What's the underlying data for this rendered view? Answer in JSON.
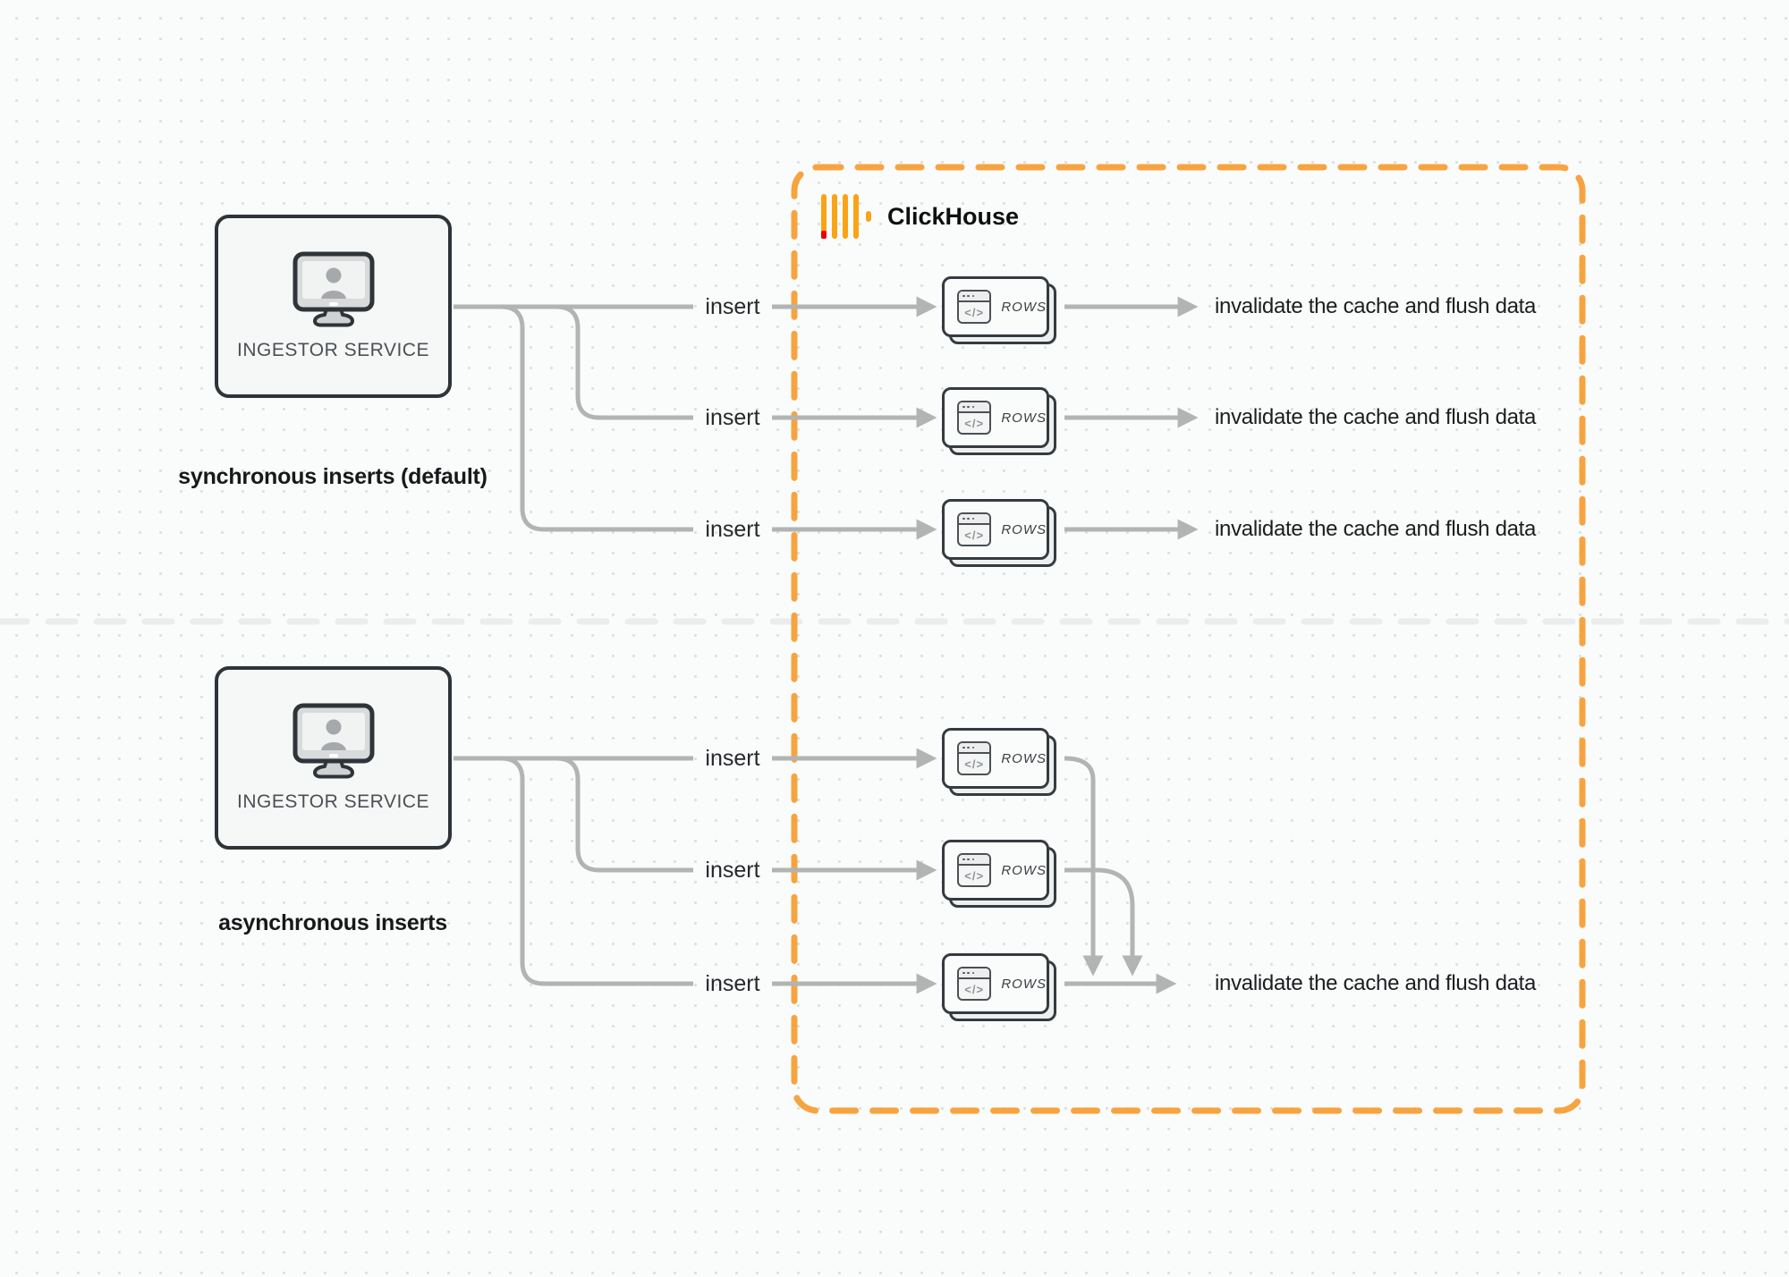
{
  "header": {
    "title": "ClickHouse"
  },
  "nodes": {
    "ingestor_label": "INGESTOR SERVICE",
    "rows_label": "ROWS",
    "code_glyph": "</>"
  },
  "sections": {
    "sync_label": "synchronous inserts (default)",
    "async_label": "asynchronous inserts"
  },
  "edges": {
    "insert_label": "insert",
    "invalidate_label": "invalidate the cache and flush data"
  },
  "icons": {
    "clickhouse_logo": "clickhouse-bars-logo-icon",
    "ingestor": "monitor-user-icon",
    "rows_card": "code-window-icon",
    "arrows": "gray-arrowhead"
  },
  "colors": {
    "accent_orange": "#F7A440",
    "logo_gold": "#F9A416",
    "logo_red": "#EE0000",
    "line_gray": "#B2B4B4",
    "divider_gray": "#EBECEC",
    "node_border": "#2E3438",
    "background": "#FAFBFB"
  }
}
